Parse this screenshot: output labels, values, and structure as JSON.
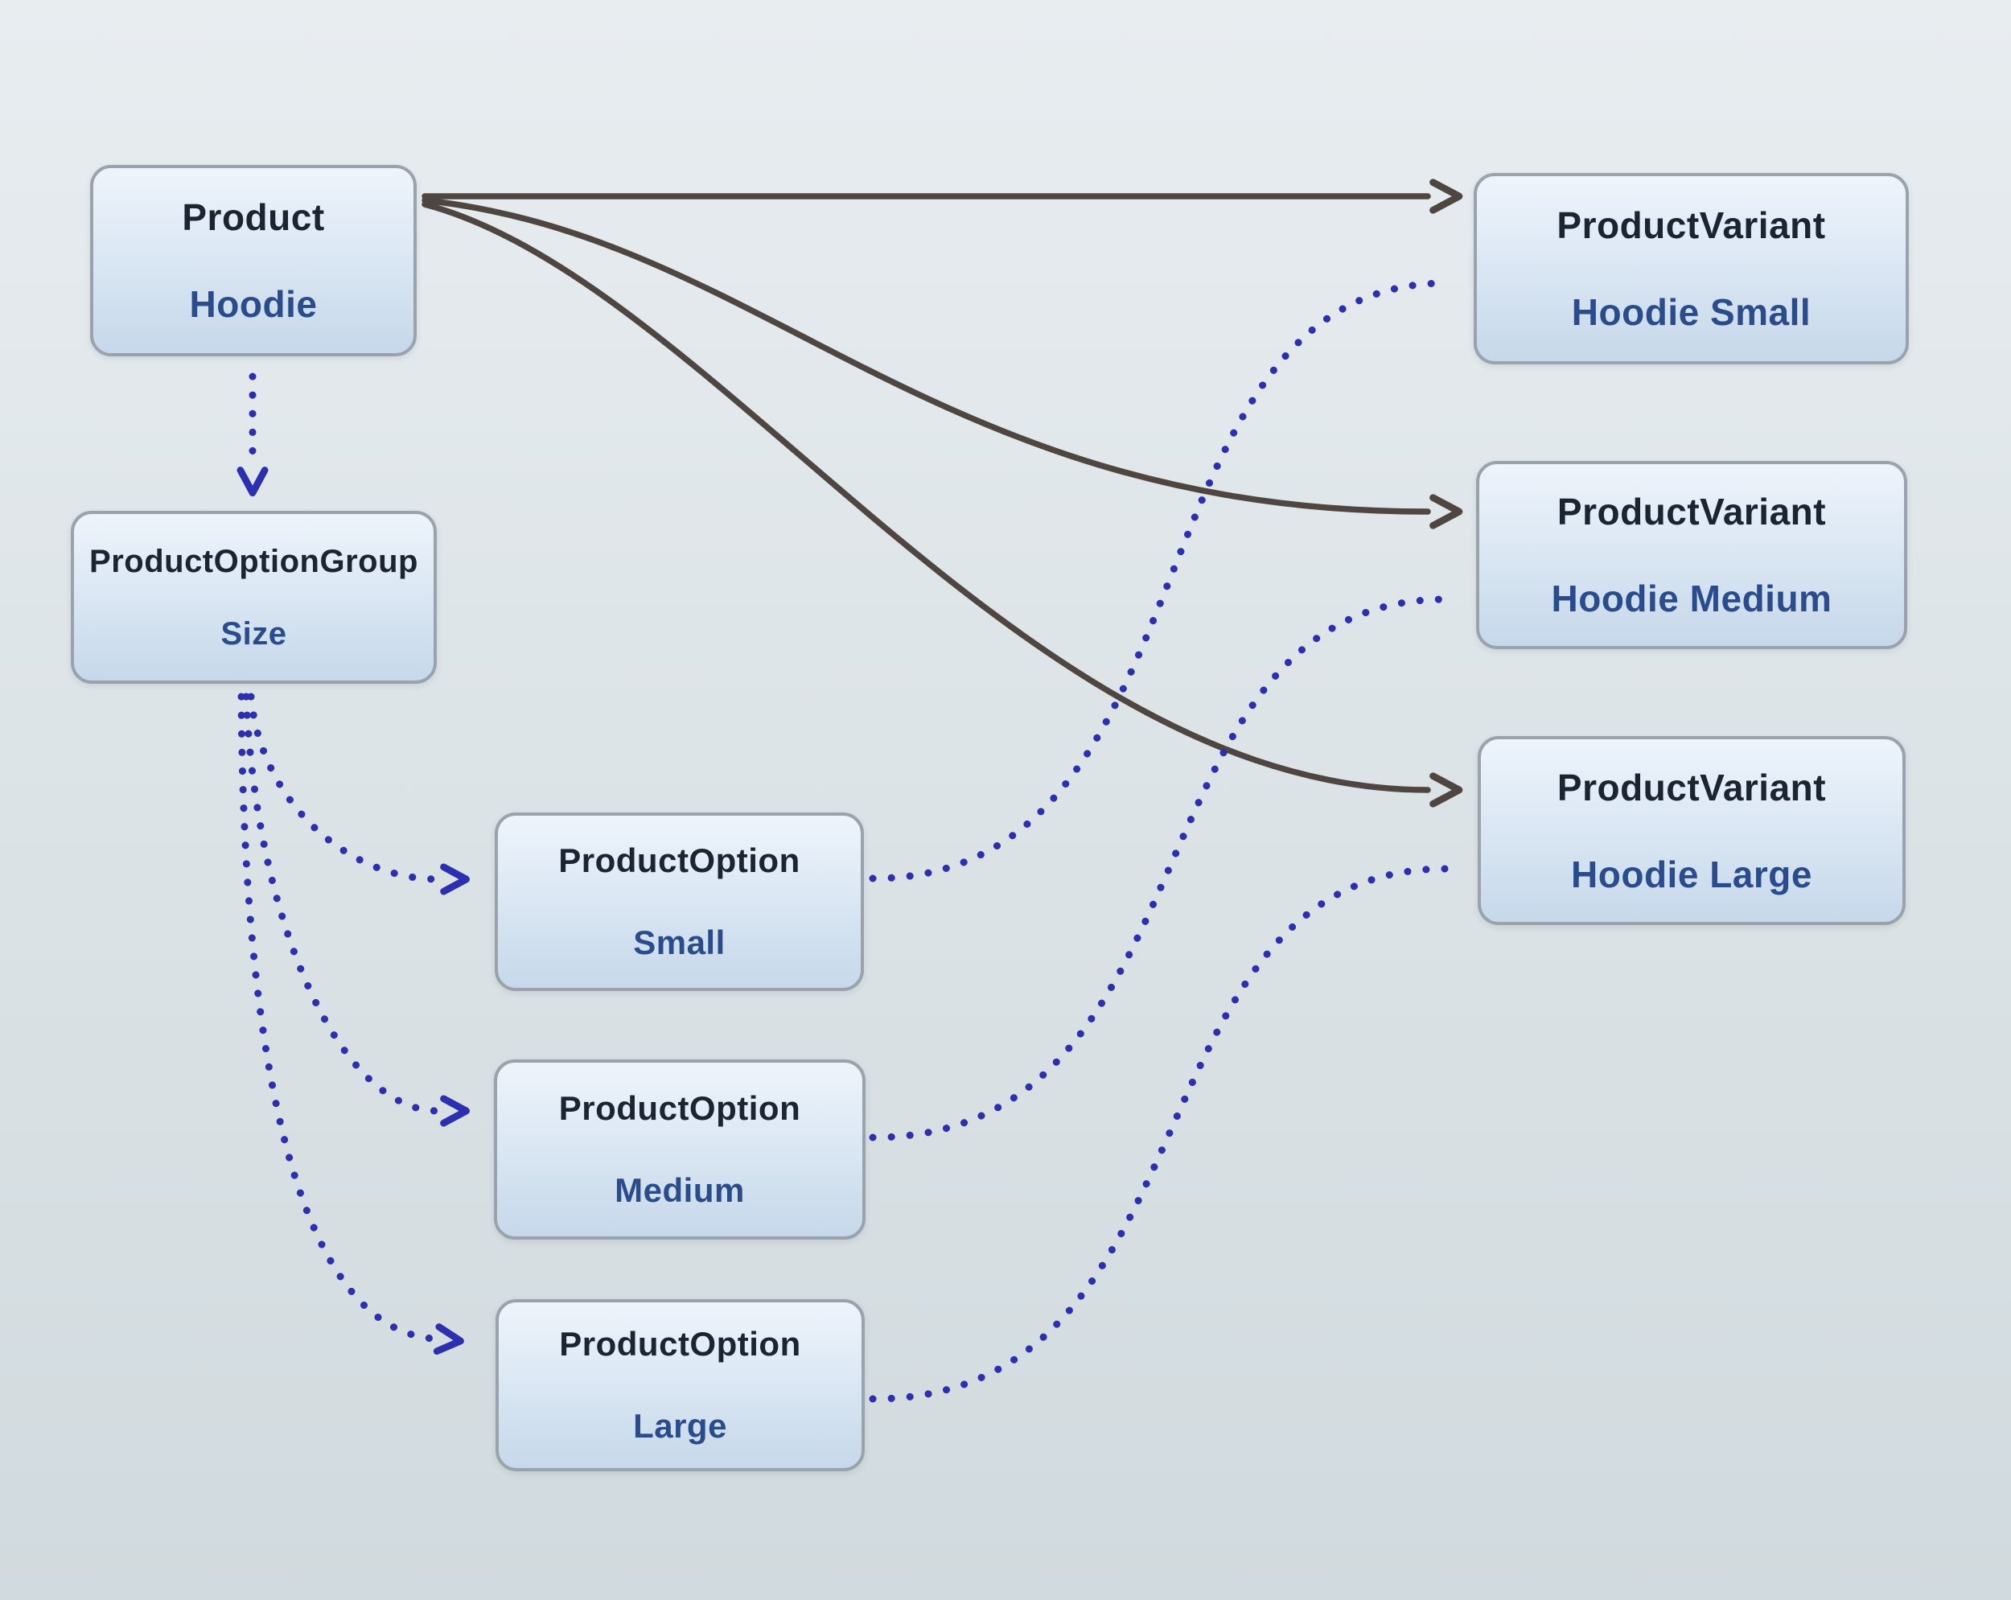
{
  "diagram": {
    "type": "entity-relationship",
    "colors": {
      "background_top": "#e8edf0",
      "background_bottom": "#d1dade",
      "node_fill_top": "#eef4fb",
      "node_fill_bottom": "#c6d8ea",
      "node_border": "#9aa3ab",
      "title_text": "#1c2331",
      "value_text": "#2a4c8c",
      "solid_edge": "#4f4541",
      "dotted_edge": "#2b2fb0"
    },
    "nodes": {
      "product": {
        "title": "Product",
        "value": "Hoodie"
      },
      "option_group": {
        "title": "ProductOptionGroup",
        "value": "Size"
      },
      "option_small": {
        "title": "ProductOption",
        "value": "Small"
      },
      "option_medium": {
        "title": "ProductOption",
        "value": "Medium"
      },
      "option_large": {
        "title": "ProductOption",
        "value": "Large"
      },
      "variant_small": {
        "title": "ProductVariant",
        "value": "Hoodie Small"
      },
      "variant_medium": {
        "title": "ProductVariant",
        "value": "Hoodie Medium"
      },
      "variant_large": {
        "title": "ProductVariant",
        "value": "Hoodie Large"
      }
    },
    "edges": [
      {
        "from": "Product",
        "to": "ProductVariant Hoodie Small",
        "style": "solid"
      },
      {
        "from": "Product",
        "to": "ProductVariant Hoodie Medium",
        "style": "solid"
      },
      {
        "from": "Product",
        "to": "ProductVariant Hoodie Large",
        "style": "solid"
      },
      {
        "from": "Product",
        "to": "ProductOptionGroup Size",
        "style": "dotted"
      },
      {
        "from": "ProductOptionGroup Size",
        "to": "ProductOption Small",
        "style": "dotted"
      },
      {
        "from": "ProductOptionGroup Size",
        "to": "ProductOption Medium",
        "style": "dotted"
      },
      {
        "from": "ProductOptionGroup Size",
        "to": "ProductOption Large",
        "style": "dotted"
      },
      {
        "from": "ProductOption Small",
        "to": "ProductVariant Hoodie Small",
        "style": "dotted"
      },
      {
        "from": "ProductOption Medium",
        "to": "ProductVariant Hoodie Medium",
        "style": "dotted"
      },
      {
        "from": "ProductOption Large",
        "to": "ProductVariant Hoodie Large",
        "style": "dotted"
      }
    ]
  }
}
